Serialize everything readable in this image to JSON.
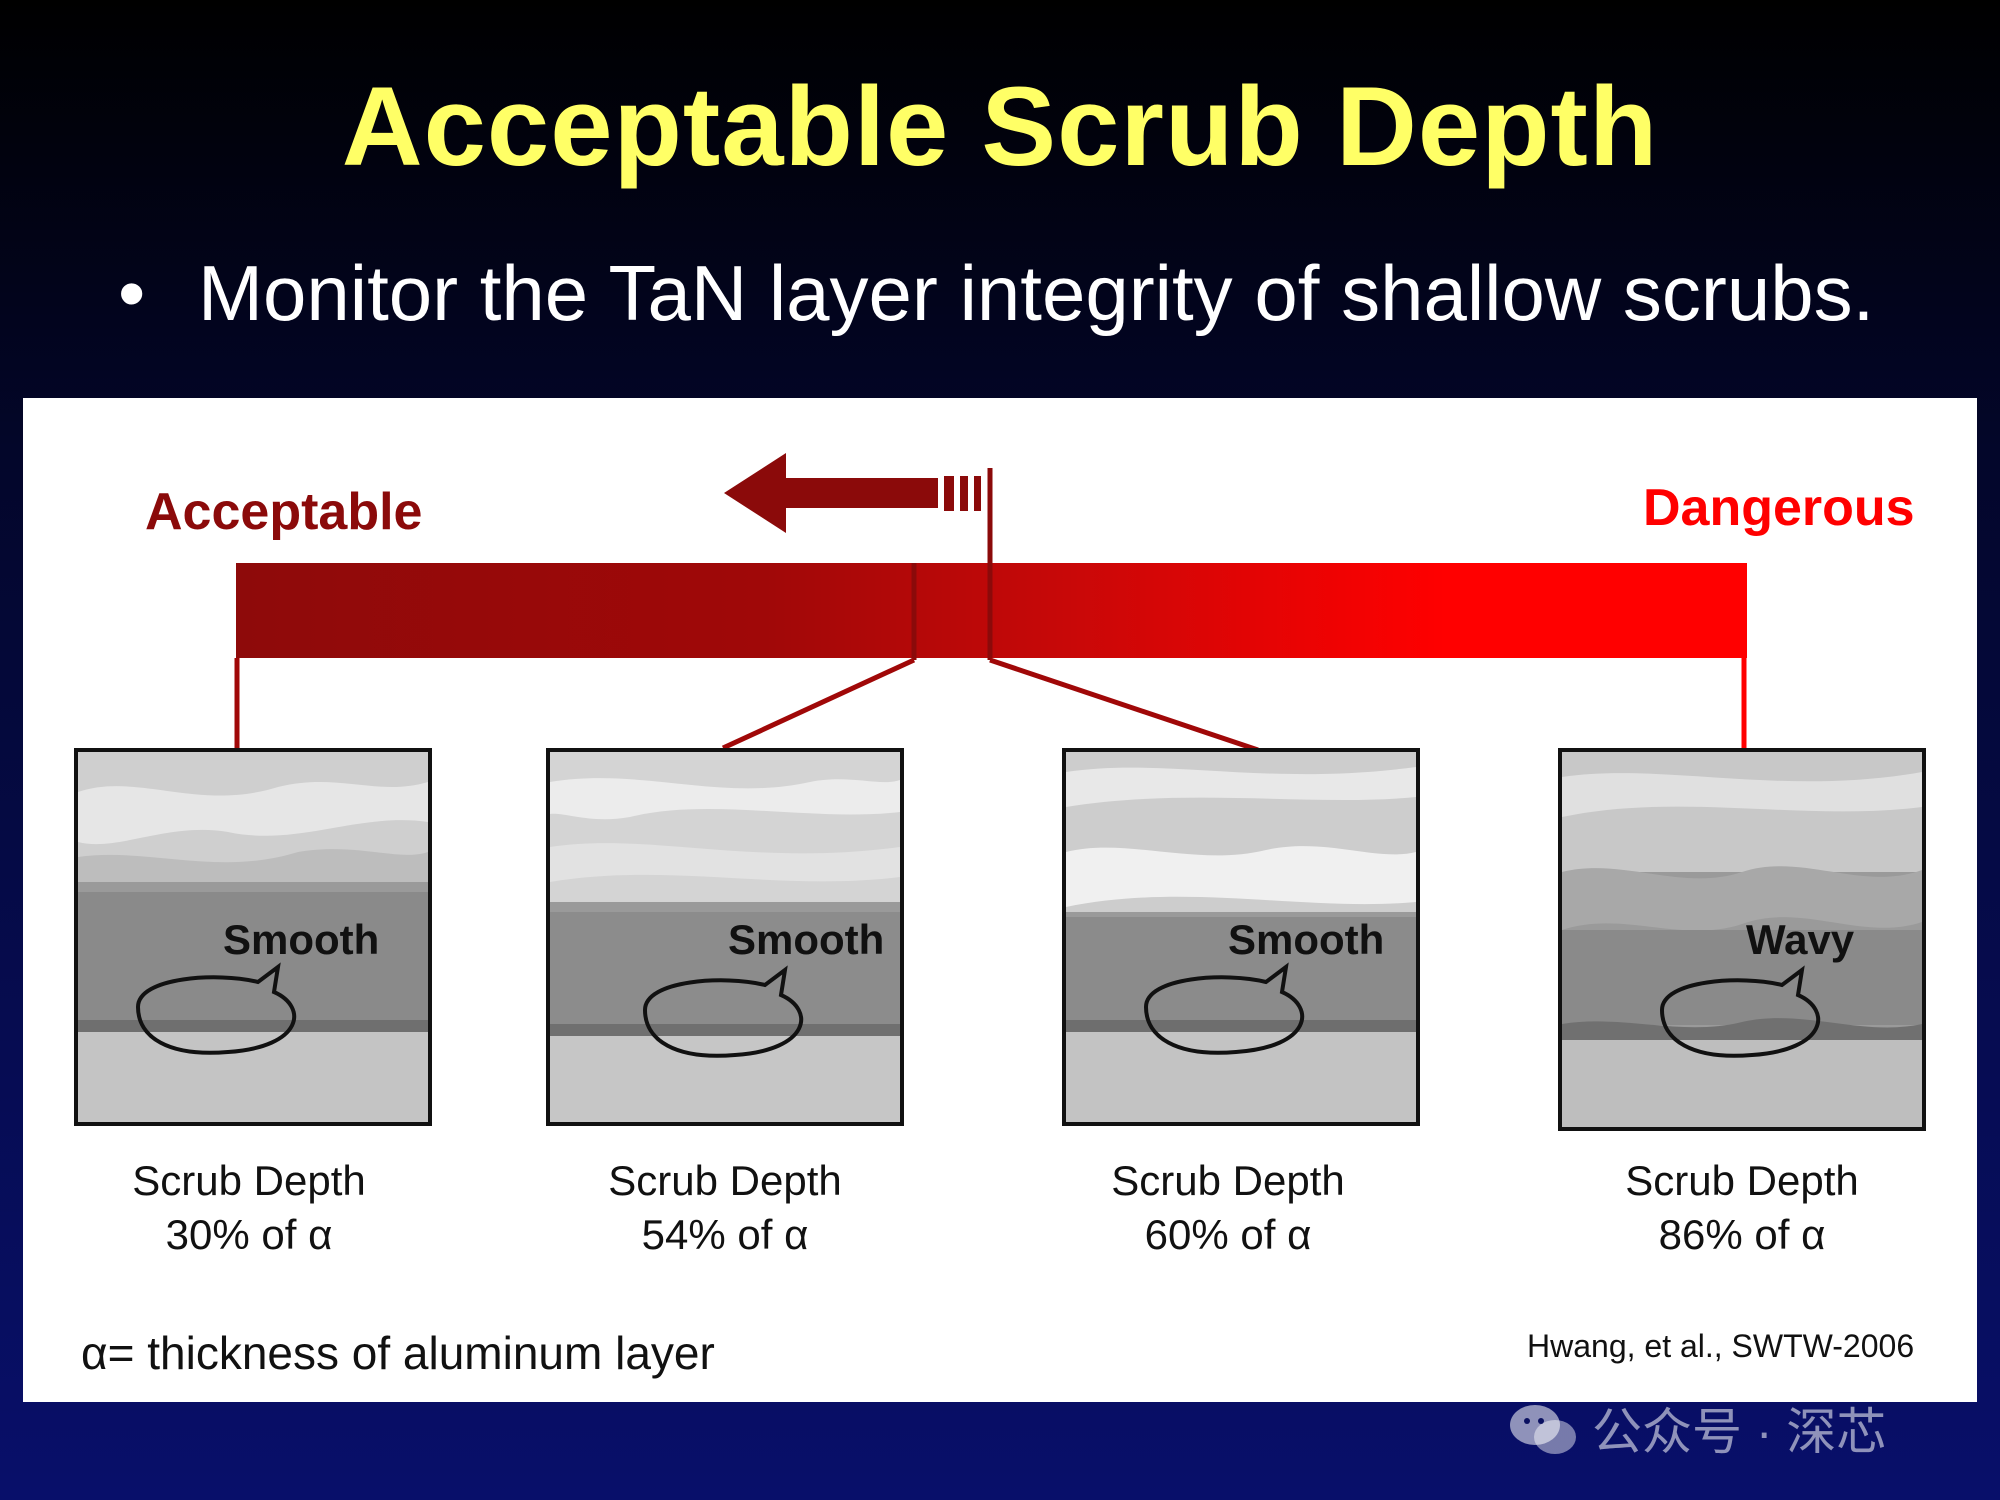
{
  "title": "Acceptable Scrub Depth",
  "bullet": "Monitor the TaN layer integrity of shallow scrubs.",
  "scale": {
    "left_label": "Acceptable",
    "right_label": "Dangerous",
    "colors": {
      "dark_end": "#8e0a0a",
      "bright_end": "#ff0000"
    }
  },
  "samples": [
    {
      "state": "Smooth",
      "caption_line1": "Scrub Depth",
      "caption_line2": "30% of α"
    },
    {
      "state": "Smooth",
      "caption_line1": "Scrub Depth",
      "caption_line2": "54% of α"
    },
    {
      "state": "Smooth",
      "caption_line1": "Scrub Depth",
      "caption_line2": "60% of α"
    },
    {
      "state": "Wavy",
      "caption_line1": "Scrub Depth",
      "caption_line2": "86% of α"
    }
  ],
  "footnote": "α= thickness of aluminum layer",
  "citation": "Hwang, et al., SWTW-2006",
  "watermark": "公众号 · 深芯"
}
